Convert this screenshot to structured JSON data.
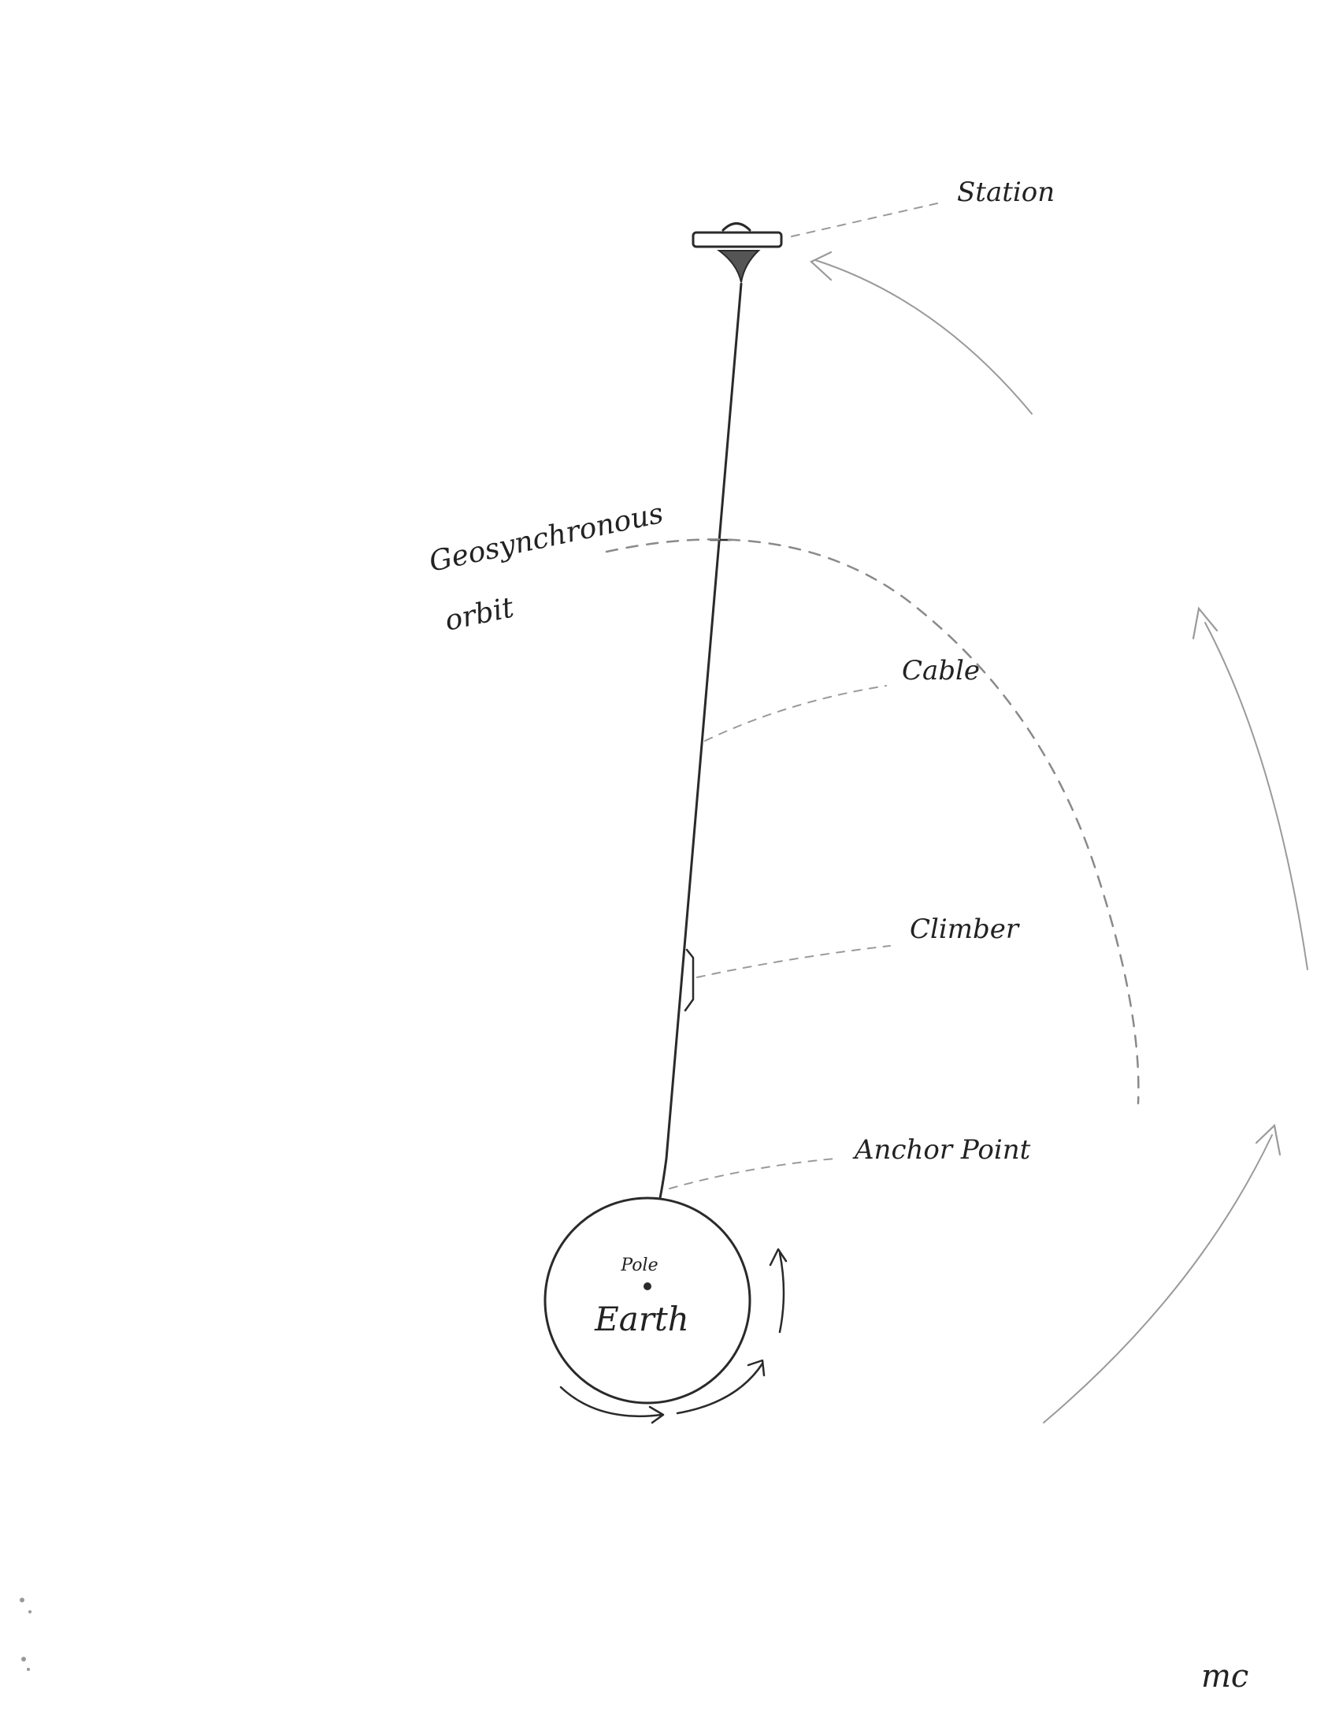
{
  "labels": {
    "station": "Station",
    "geo_orbit_line1": "Geosynchronous",
    "geo_orbit_line2": "orbit",
    "cable": "Cable",
    "climber": "Climber",
    "anchor_point": "Anchor Point",
    "pole": "Pole",
    "earth": "Earth",
    "signature": "mc"
  },
  "colors": {
    "ink": "#2a2a2a",
    "pencil": "#9a9a9a",
    "paper": "#ffffff"
  }
}
